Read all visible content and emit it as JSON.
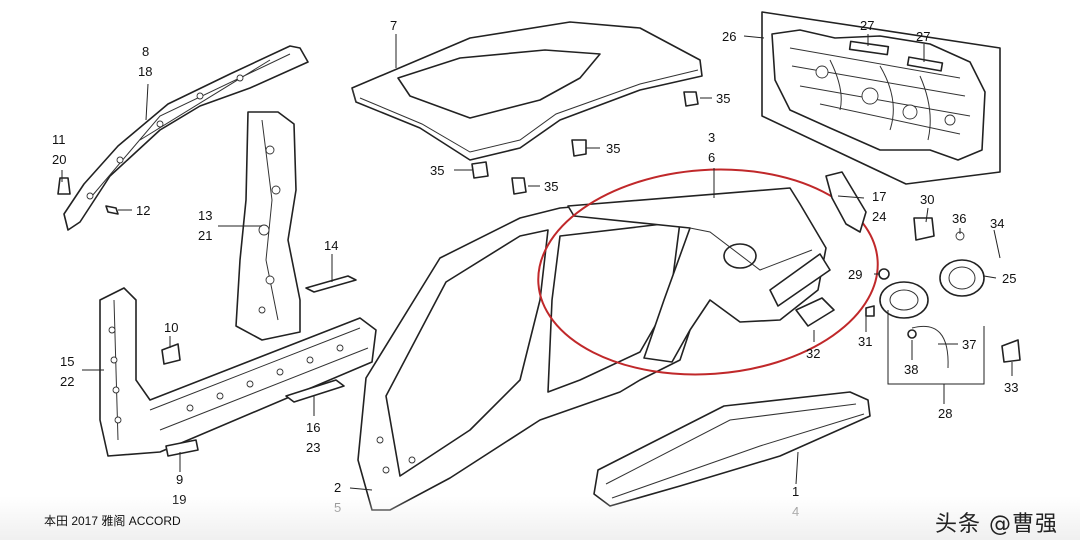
{
  "callouts": {
    "c1": "1",
    "c2": "2",
    "c3": "3",
    "c4": "4",
    "c5": "5",
    "c6": "6",
    "c7": "7",
    "c8": "8",
    "c9": "9",
    "c10": "10",
    "c11": "11",
    "c12": "12",
    "c13": "13",
    "c14": "14",
    "c15": "15",
    "c16": "16",
    "c17": "17",
    "c18": "18",
    "c19": "19",
    "c20": "20",
    "c21": "21",
    "c22": "22",
    "c23": "23",
    "c24": "24",
    "c25": "25",
    "c26": "26",
    "c27": "27",
    "c28": "28",
    "c29": "29",
    "c30": "30",
    "c31": "31",
    "c32": "32",
    "c33": "33",
    "c34": "34",
    "c35": "35",
    "c36": "36",
    "c37": "37",
    "c38": "38"
  },
  "caption": "本田 2017 雅阁 ACCORD",
  "watermark": "头条 @曹强",
  "colors": {
    "highlight": "#c0282a",
    "line": "#222222"
  }
}
